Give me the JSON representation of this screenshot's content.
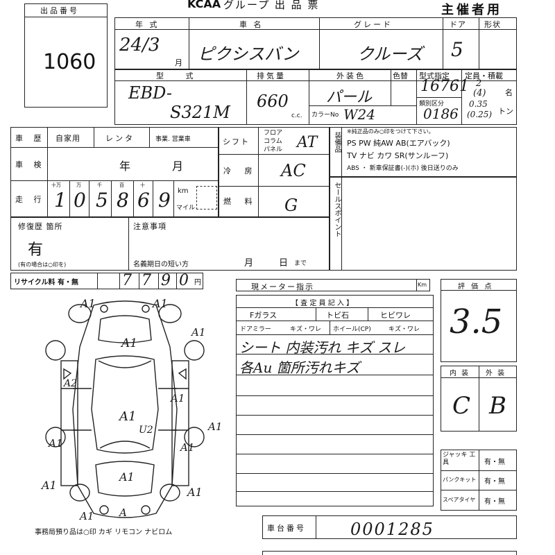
{
  "header": {
    "brand": "KCAA",
    "title": "グループ 出 品 票",
    "organizer": "主催者用"
  },
  "lot": {
    "label": "出品番号",
    "number": "1060"
  },
  "year": {
    "label": "年 式",
    "value": "24/3",
    "suffix": "月"
  },
  "car_name": {
    "label": "車 名",
    "value": "ピクシスバン"
  },
  "grade": {
    "label": "グレード",
    "value": "クルーズ"
  },
  "doors": {
    "label": "ドア",
    "value": "5"
  },
  "shape": {
    "label": "形状"
  },
  "model": {
    "label": "型 式",
    "value1": "EBD-",
    "value2": "S321M"
  },
  "displacement": {
    "label": "排気量",
    "value": "660",
    "unit": "c.c."
  },
  "exterior_color": {
    "label": "外装色",
    "value": "パール"
  },
  "color_code": {
    "label": "カラーNo",
    "value": "W24"
  },
  "color_swatch_label": "色替",
  "model_designation": {
    "label": "型式指定",
    "value": "16761"
  },
  "category": {
    "label": "類別区分",
    "value": "0186"
  },
  "capacity": {
    "label": "定員・積載",
    "seats": "2",
    "seats2": "(4)",
    "unit": "名",
    "load1": "0.35",
    "load2": "(0.25)",
    "load_unit": "トン"
  },
  "history": {
    "label": "車 歴",
    "opt1": "自家用",
    "opt2": "レンタ",
    "opt3": "事業. 営業車"
  },
  "shift": {
    "label": "シフト",
    "opt1": "フロア",
    "opt2": "コラム",
    "opt3": "パネル",
    "value": "AT"
  },
  "inspection": {
    "label": "車 検",
    "year": "年",
    "month": "月"
  },
  "aircon": {
    "label": "冷 房",
    "value": "AC"
  },
  "mileage": {
    "label": "走 行",
    "units": [
      "十万",
      "万",
      "千",
      "百",
      "十",
      ""
    ],
    "digits": [
      "1",
      "0",
      "5",
      "8",
      "6",
      "9"
    ],
    "unit_km": "km",
    "unit_mile": "マイル"
  },
  "fuel": {
    "label": "燃 料",
    "value": "G"
  },
  "equipment": {
    "label": "装備品",
    "line1": "※純正品のみ○印をつけて下さい。",
    "line2": "PS  PW  純AW  AB(エアバック)",
    "line3": "TV  ナビ  カワ  SR(サンルーフ)",
    "line4": "ABS ・ 新車保証書(-)(ホ) 後日送りのみ"
  },
  "sales_point": {
    "label": "セールスポイント"
  },
  "repair": {
    "label": "修復歴 箇所",
    "value": "有",
    "note": "(有の場合は○印を)"
  },
  "notes": {
    "label": "注意事項",
    "deadline": "名義期日の短い方",
    "month": "月",
    "day": "日",
    "until": "まで"
  },
  "recycle": {
    "label": "リサイクル料 有・無",
    "digits": [
      "7",
      "7",
      "9",
      "0"
    ],
    "unit": "円"
  },
  "meter": {
    "label": "現メーター指示",
    "unit": "Km"
  },
  "inspector": {
    "label": "【 査 定 員 記 入 】",
    "fglass": "Fガラス",
    "fglass_opt": "トビ石",
    "fglass_opt2": "ヒビワレ",
    "mirror": "ドアミラー",
    "mirror_opt": "キズ・ワレ",
    "wheel": "ホイール(CP)",
    "wheel_opt": "キズ・ワレ",
    "comment1": "シート 内装汚れ キズ スレ",
    "comment2": "各Au 箇所汚れキズ"
  },
  "rating": {
    "label": "評 価 点",
    "value": "3.5"
  },
  "interior": {
    "label": "内 装",
    "value": "C"
  },
  "exterior": {
    "label": "外 装",
    "value": "B"
  },
  "tools": {
    "jack": {
      "label": "ジャッキ 工具",
      "opt": "有・無"
    },
    "puncture": {
      "label": "パンクキット",
      "opt": "有・無"
    },
    "spare": {
      "label": "スペアタイヤ",
      "opt": "有・無"
    }
  },
  "chassis": {
    "label": "車台番号",
    "value": "0001285"
  },
  "office_note": "事務局預り品は○印  カギ  リモコン  ナビロム",
  "diagram_marks": [
    "A1",
    "A1",
    "A1",
    "A1",
    "A2",
    "A1",
    "A1",
    "U2",
    "A1",
    "A1",
    "A1",
    "A1",
    "A1",
    "A1",
    "A1",
    "A"
  ]
}
